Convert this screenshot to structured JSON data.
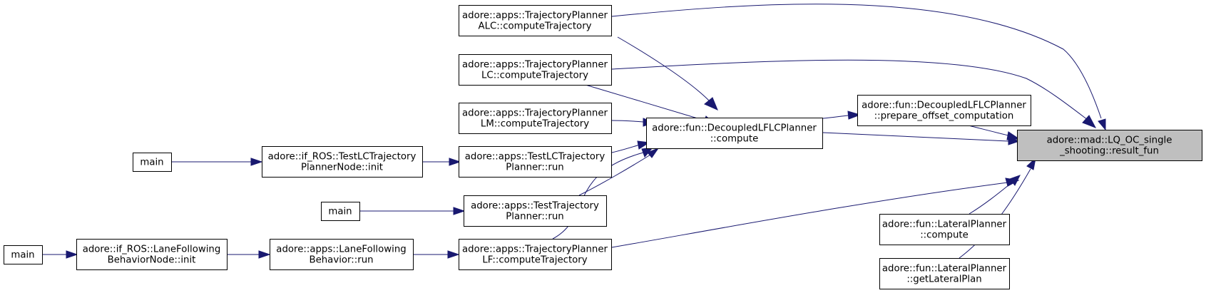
{
  "nodes": [
    {
      "id": "result_fun",
      "lines": [
        "adore::mad::LQ_OC_single",
        "_shooting::result_fun"
      ],
      "highlight": true
    },
    {
      "id": "tp_alc",
      "lines": [
        "adore::apps::TrajectoryPlanner",
        "ALC::computeTrajectory"
      ]
    },
    {
      "id": "tp_lc",
      "lines": [
        "adore::apps::TrajectoryPlanner",
        "LC::computeTrajectory"
      ]
    },
    {
      "id": "tp_lm",
      "lines": [
        "adore::apps::TrajectoryPlanner",
        "LM::computeTrajectory"
      ]
    },
    {
      "id": "dlflc_compute",
      "lines": [
        "adore::fun::DecoupledLFLCPlanner",
        "::compute"
      ]
    },
    {
      "id": "dlflc_prepare",
      "lines": [
        "adore::fun::DecoupledLFLCPlanner",
        "::prepare_offset_computation"
      ]
    },
    {
      "id": "main1",
      "lines": [
        "main"
      ]
    },
    {
      "id": "ros_testlc_init",
      "lines": [
        "adore::if_ROS::TestLCTrajectory",
        "PlannerNode::init"
      ]
    },
    {
      "id": "testlc_run",
      "lines": [
        "adore::apps::TestLCTrajectory",
        "Planner::run"
      ]
    },
    {
      "id": "main2",
      "lines": [
        "main"
      ]
    },
    {
      "id": "test_run",
      "lines": [
        "adore::apps::TestTrajectory",
        "Planner::run"
      ]
    },
    {
      "id": "main3",
      "lines": [
        "main"
      ]
    },
    {
      "id": "ros_lf_init",
      "lines": [
        "adore::if_ROS::LaneFollowing",
        "BehaviorNode::init"
      ]
    },
    {
      "id": "lf_run",
      "lines": [
        "adore::apps::LaneFollowing",
        "Behavior::run"
      ]
    },
    {
      "id": "tp_lf",
      "lines": [
        "adore::apps::TrajectoryPlanner",
        "LF::computeTrajectory"
      ]
    },
    {
      "id": "lat_compute",
      "lines": [
        "adore::fun::LateralPlanner",
        "::compute"
      ]
    },
    {
      "id": "lat_plan",
      "lines": [
        "adore::fun::LateralPlanner",
        "::getLateralPlan"
      ]
    }
  ],
  "edges": [
    {
      "from": "tp_alc",
      "to": "result_fun"
    },
    {
      "from": "tp_alc",
      "to": "dlflc_compute"
    },
    {
      "from": "tp_lc",
      "to": "result_fun"
    },
    {
      "from": "tp_lc",
      "to": "dlflc_compute"
    },
    {
      "from": "tp_lm",
      "to": "dlflc_compute"
    },
    {
      "from": "dlflc_compute",
      "to": "dlflc_prepare"
    },
    {
      "from": "dlflc_compute",
      "to": "result_fun"
    },
    {
      "from": "dlflc_prepare",
      "to": "result_fun"
    },
    {
      "from": "main1",
      "to": "ros_testlc_init"
    },
    {
      "from": "ros_testlc_init",
      "to": "testlc_run"
    },
    {
      "from": "testlc_run",
      "to": "dlflc_compute"
    },
    {
      "from": "main2",
      "to": "test_run"
    },
    {
      "from": "test_run",
      "to": "dlflc_compute"
    },
    {
      "from": "main3",
      "to": "ros_lf_init"
    },
    {
      "from": "ros_lf_init",
      "to": "lf_run"
    },
    {
      "from": "lf_run",
      "to": "tp_lf"
    },
    {
      "from": "tp_lf",
      "to": "dlflc_compute"
    },
    {
      "from": "tp_lf",
      "to": "result_fun"
    },
    {
      "from": "lat_compute",
      "to": "result_fun"
    },
    {
      "from": "lat_plan",
      "to": "result_fun"
    }
  ],
  "colors": {
    "edge": "#191970",
    "highlight_fill": "#bfbfbf",
    "node_border": "#000000"
  }
}
